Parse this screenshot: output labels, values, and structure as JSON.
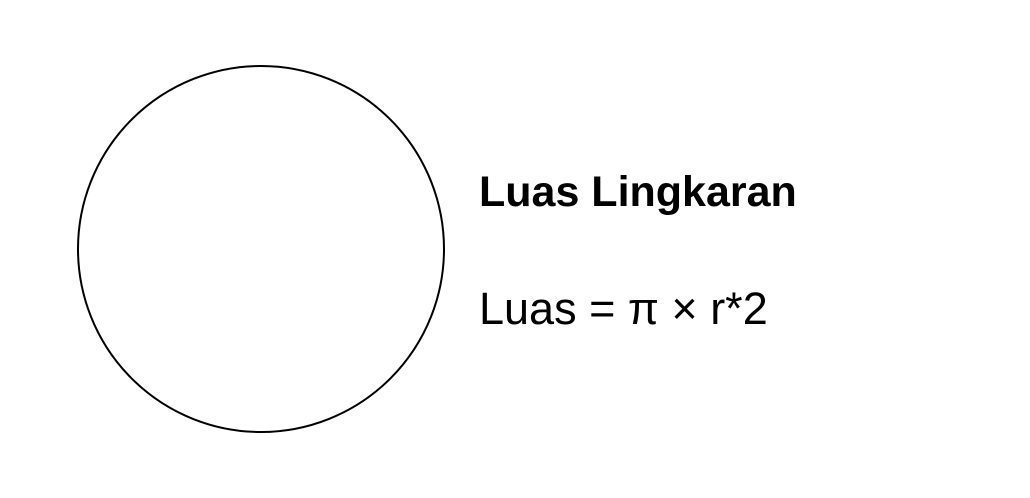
{
  "diagram": {
    "shape": "circle",
    "stroke_color": "#000000",
    "fill_color": "#ffffff",
    "title": "Luas Lingkaran",
    "formula": "Luas = π × r*2"
  }
}
